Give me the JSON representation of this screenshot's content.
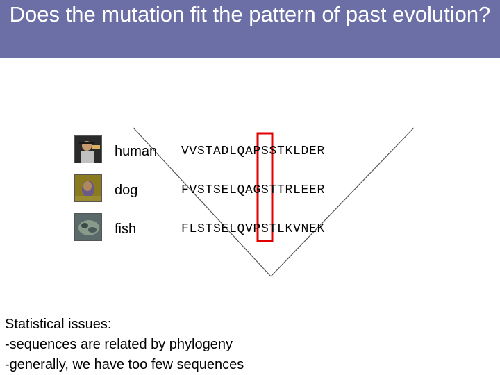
{
  "title": "Does the mutation fit the pattern of past evolution?",
  "rows": [
    {
      "species": "human",
      "sequence": "VVSTADLQAPSSTKLDER",
      "image_icon": "human-photo-icon"
    },
    {
      "species": "dog",
      "sequence": "FVSTSELQAGSTTRLEER",
      "image_icon": "dog-photo-icon"
    },
    {
      "species": "fish",
      "sequence": "FLSTSELQVPSTLKVNEK",
      "image_icon": "fish-photo-icon"
    }
  ],
  "highlight_color": "#e00000",
  "notes": {
    "heading": "Statistical issues:",
    "lines": [
      "-sequences are related by phylogeny",
      "-generally, we have too few sequences"
    ]
  },
  "colors": {
    "title_bar": "#6b6fa6",
    "title_text": "#ffffff"
  }
}
